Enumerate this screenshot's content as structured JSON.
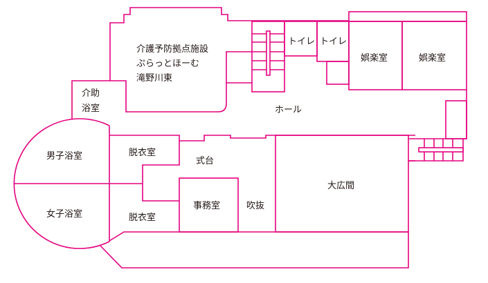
{
  "colors": {
    "wall": "#e4007f",
    "text": "#231815"
  },
  "rooms": {
    "care_facility": [
      "介護予防拠点施設",
      "ぷらっとほーむ",
      "滝野川東"
    ],
    "assisted_bath": [
      "介助",
      "浴室"
    ],
    "hall": "ホール",
    "toilet_1": "トイレ",
    "toilet_2": "トイレ",
    "recreation_1": "娯楽室",
    "recreation_2": "娯楽室",
    "mens_bath": "男子浴室",
    "womens_bath": "女子浴室",
    "dressing_room_1": "脱衣室",
    "dressing_room_2": "脱衣室",
    "entrance_step": "式台",
    "office": "事務室",
    "atrium": "吹抜",
    "large_hall": "大広間"
  }
}
